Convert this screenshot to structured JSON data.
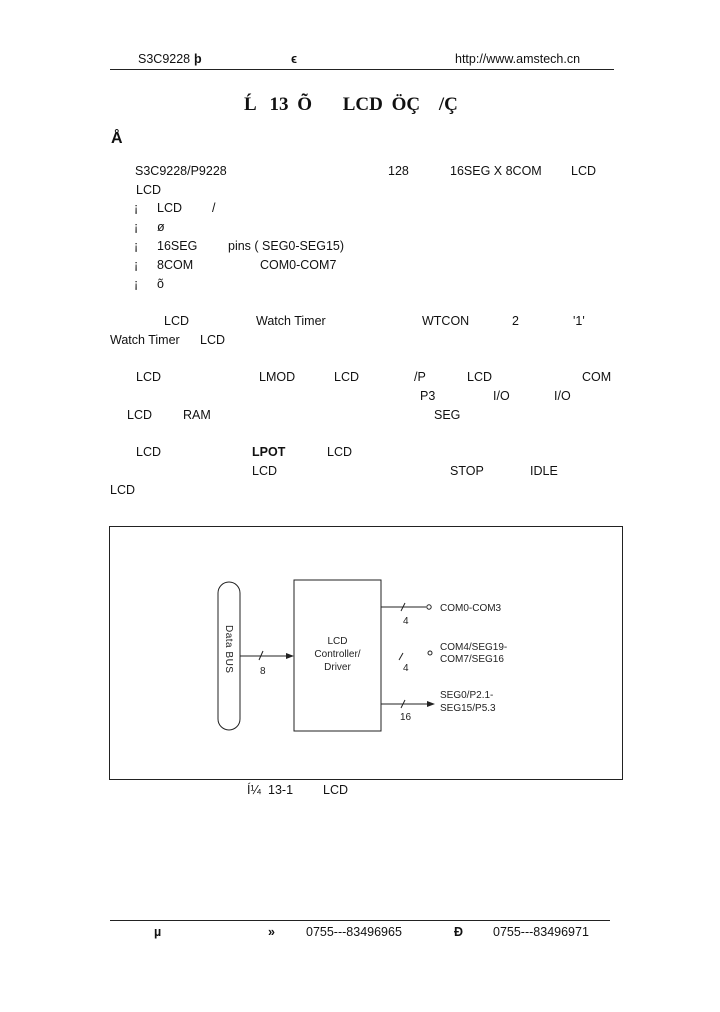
{
  "header": {
    "left_code": "S3C9228",
    "left_glyph": "ϸ",
    "mid_glyph": "ϵ",
    "url": "http://www.amstech.cn"
  },
  "title": {
    "prefix": "Ĺ",
    "number": "13",
    "glyph1": "Õ",
    "lcd": "LCD",
    "glyph2": "ÖÇ",
    "glyph3": "/Ç"
  },
  "section_heading": "Å",
  "para1": {
    "l1_a": "S3C9228/P9228",
    "l1_b": "128",
    "l1_c": "16SEG X 8COM",
    "l1_d": "LCD",
    "l2_a": "LCD",
    "bullets": [
      {
        "mark": "¡",
        "text": "LCD",
        "suffix": "/"
      },
      {
        "mark": "¡",
        "text": "ø",
        "suffix": ""
      },
      {
        "mark": "¡",
        "text": "16SEG",
        "suffix": "pins ( SEG0-SEG15)"
      },
      {
        "mark": "¡",
        "text": "8COM",
        "suffix": "COM0-COM7"
      },
      {
        "mark": "¡",
        "text": "õ",
        "suffix": ""
      }
    ]
  },
  "para2": {
    "a": "LCD",
    "b": "Watch  Timer",
    "c": "WTCON",
    "d": "2",
    "e": "'1'",
    "f": "Watch Timer",
    "g": "LCD"
  },
  "para3": {
    "a": "LCD",
    "b": "LMOD",
    "c": "LCD",
    "d": "/P",
    "e": "LCD",
    "f": "COM",
    "g": "P3",
    "h": "I/O",
    "i": "I/O",
    "j": "LCD",
    "k": "RAM",
    "l": "SEG"
  },
  "para4": {
    "a": "LCD",
    "b": "LPOT",
    "c": "LCD",
    "d": "LCD",
    "e": "STOP",
    "f": "IDLE",
    "g": "LCD"
  },
  "diagram": {
    "bus_label": "Data BUS",
    "bus_width": "8",
    "block_label_1": "LCD",
    "block_label_2": "Controller/",
    "block_label_3": "Driver",
    "out1_label": "COM0-COM3",
    "out1_width": "4",
    "out2_label_1": "COM4/SEG19-",
    "out2_label_2": "COM7/SEG16",
    "out2_width": "4",
    "out3_label_1": "SEG0/P2.1-",
    "out3_label_2": "SEG15/P5.3",
    "out3_width": "16"
  },
  "caption": {
    "prefix": "Í¼",
    "number": "13-1",
    "text": "LCD"
  },
  "footer": {
    "glyph1": "µ",
    "glyph2": "»",
    "phone": "0755---83496965",
    "glyph3": "Ð",
    "fax": "0755---83496971"
  }
}
